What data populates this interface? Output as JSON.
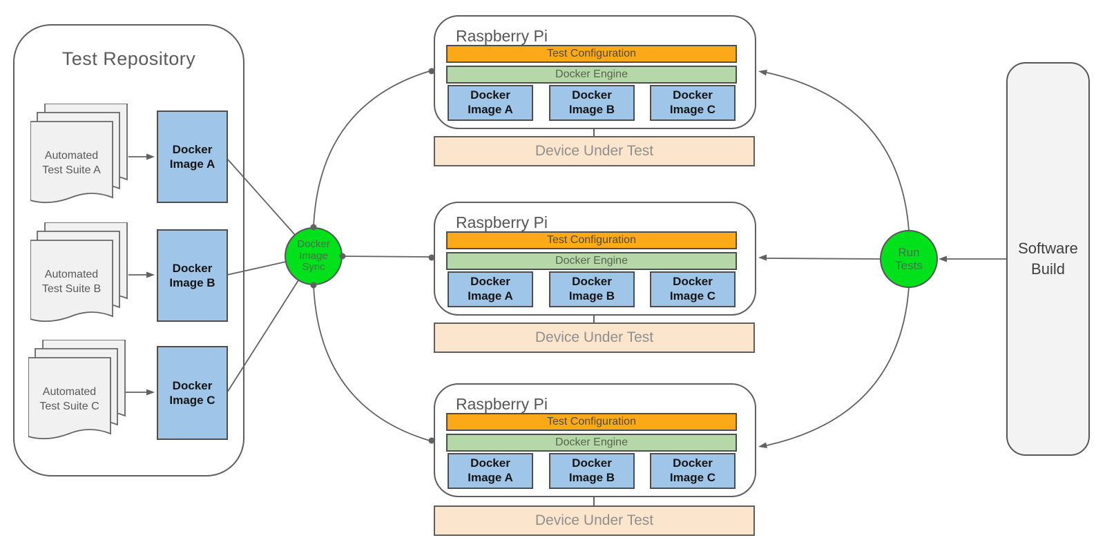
{
  "test_repository": {
    "title": "Test Repository",
    "suites": [
      {
        "doc_lines": [
          "Automated",
          "Test Suite A"
        ],
        "image_lines": [
          "Docker",
          "Image A"
        ]
      },
      {
        "doc_lines": [
          "Automated",
          "Test Suite B"
        ],
        "image_lines": [
          "Docker",
          "Image B"
        ]
      },
      {
        "doc_lines": [
          "Automated",
          "Test Suite C"
        ],
        "image_lines": [
          "Docker",
          "Image C"
        ]
      }
    ]
  },
  "nodes": {
    "docker_image_sync": {
      "lines": [
        "Docker",
        "Image",
        "Sync"
      ]
    },
    "run_tests": {
      "lines": [
        "Run",
        "Tests"
      ]
    }
  },
  "software_build": {
    "lines": [
      "Software",
      "Build"
    ]
  },
  "raspberry_pis": [
    {
      "title": "Raspberry Pi",
      "test_configuration": "Test Configuration",
      "docker_engine": "Docker Engine",
      "images": [
        {
          "lines": [
            "Docker",
            "Image A"
          ]
        },
        {
          "lines": [
            "Docker",
            "Image B"
          ]
        },
        {
          "lines": [
            "Docker",
            "Image C"
          ]
        }
      ],
      "device_under_test": "Device Under Test"
    },
    {
      "title": "Raspberry Pi",
      "test_configuration": "Test Configuration",
      "docker_engine": "Docker Engine",
      "images": [
        {
          "lines": [
            "Docker",
            "Image A"
          ]
        },
        {
          "lines": [
            "Docker",
            "Image B"
          ]
        },
        {
          "lines": [
            "Docker",
            "Image C"
          ]
        }
      ],
      "device_under_test": "Device Under Test"
    },
    {
      "title": "Raspberry Pi",
      "test_configuration": "Test Configuration",
      "docker_engine": "Docker Engine",
      "images": [
        {
          "lines": [
            "Docker",
            "Image A"
          ]
        },
        {
          "lines": [
            "Docker",
            "Image B"
          ]
        },
        {
          "lines": [
            "Docker",
            "Image C"
          ]
        }
      ],
      "device_under_test": "Device Under Test"
    }
  ],
  "colors": {
    "docker_image_blue": "#9fc5e8",
    "test_configuration_orange": "#fba918",
    "docker_engine_green": "#b6d7a8",
    "device_under_test_peach": "#fce5cd",
    "process_node_green": "#00e01b",
    "document_page_gray": "#f1f1f1",
    "software_build_gray": "#f3f3f3",
    "connector_gray": "#616161"
  }
}
